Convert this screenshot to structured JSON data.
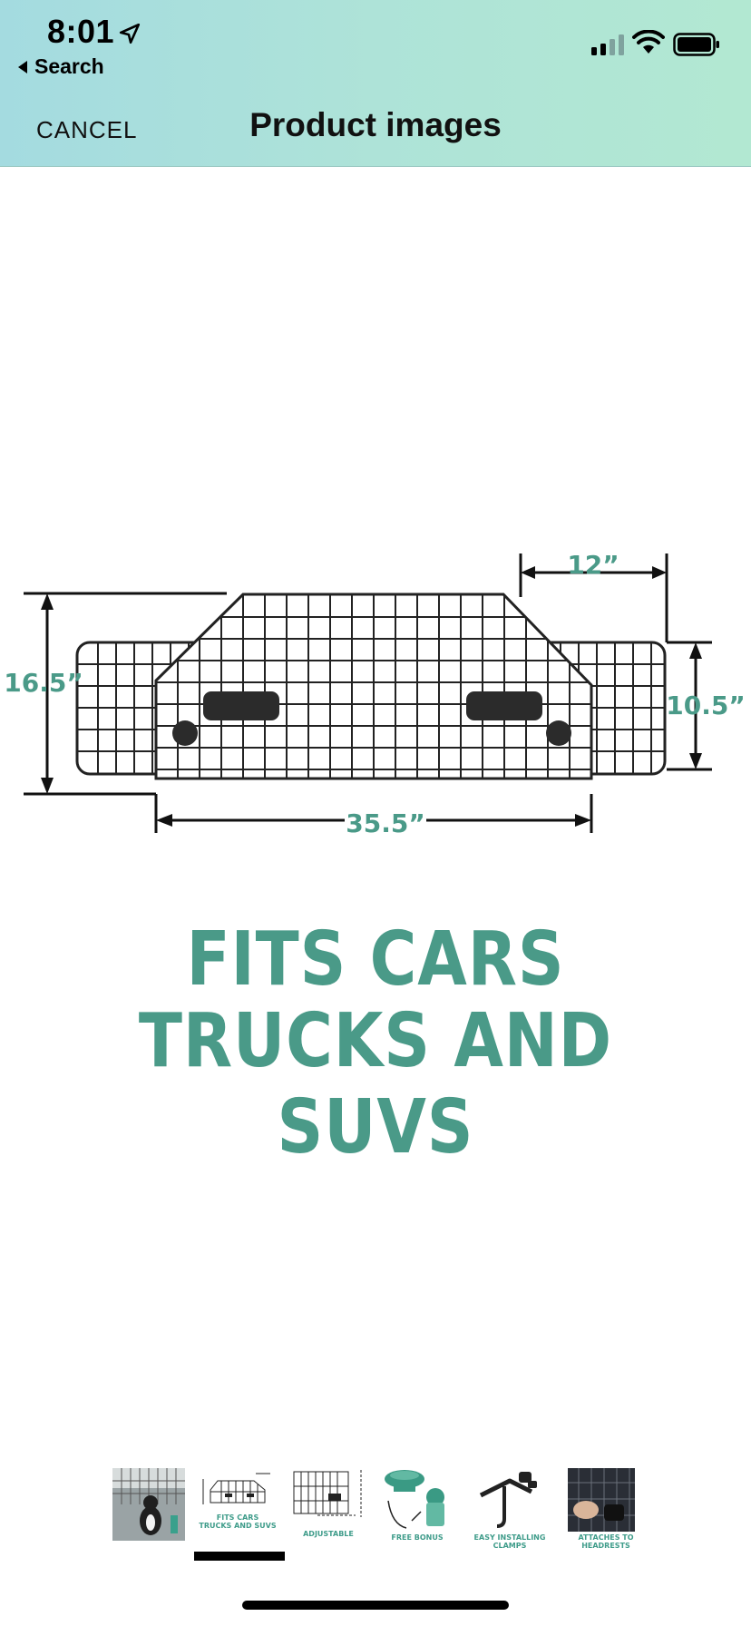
{
  "status_bar": {
    "time": "8:01",
    "back_label": "Search"
  },
  "nav": {
    "cancel_label": "CANCEL",
    "title": "Product images"
  },
  "main_image": {
    "dimensions": {
      "width_top": "12”",
      "height_left": "16.5”",
      "height_right": "10.5”",
      "width_bottom": "35.5”"
    },
    "headline_line1": "FITS CARS",
    "headline_line2": "TRUCKS AND SUVS",
    "accent_color": "#4a9a88"
  },
  "thumbnails": [
    {
      "caption": "",
      "icon": "dog-in-car-photo"
    },
    {
      "caption_line1": "FITS CARS",
      "caption_line2": "TRUCKS AND SUVS",
      "icon": "barrier-dimensions"
    },
    {
      "caption": "ADJUSTABLE",
      "icon": "barrier-adjustable"
    },
    {
      "caption": "FREE BONUS",
      "icon": "bowl-and-bags"
    },
    {
      "caption": "EASY INSTALLING CLAMPS",
      "icon": "clamp"
    },
    {
      "caption": "ATTACHES TO HEADRESTS",
      "icon": "headrest-photo"
    }
  ],
  "selected_thumbnail": 1
}
